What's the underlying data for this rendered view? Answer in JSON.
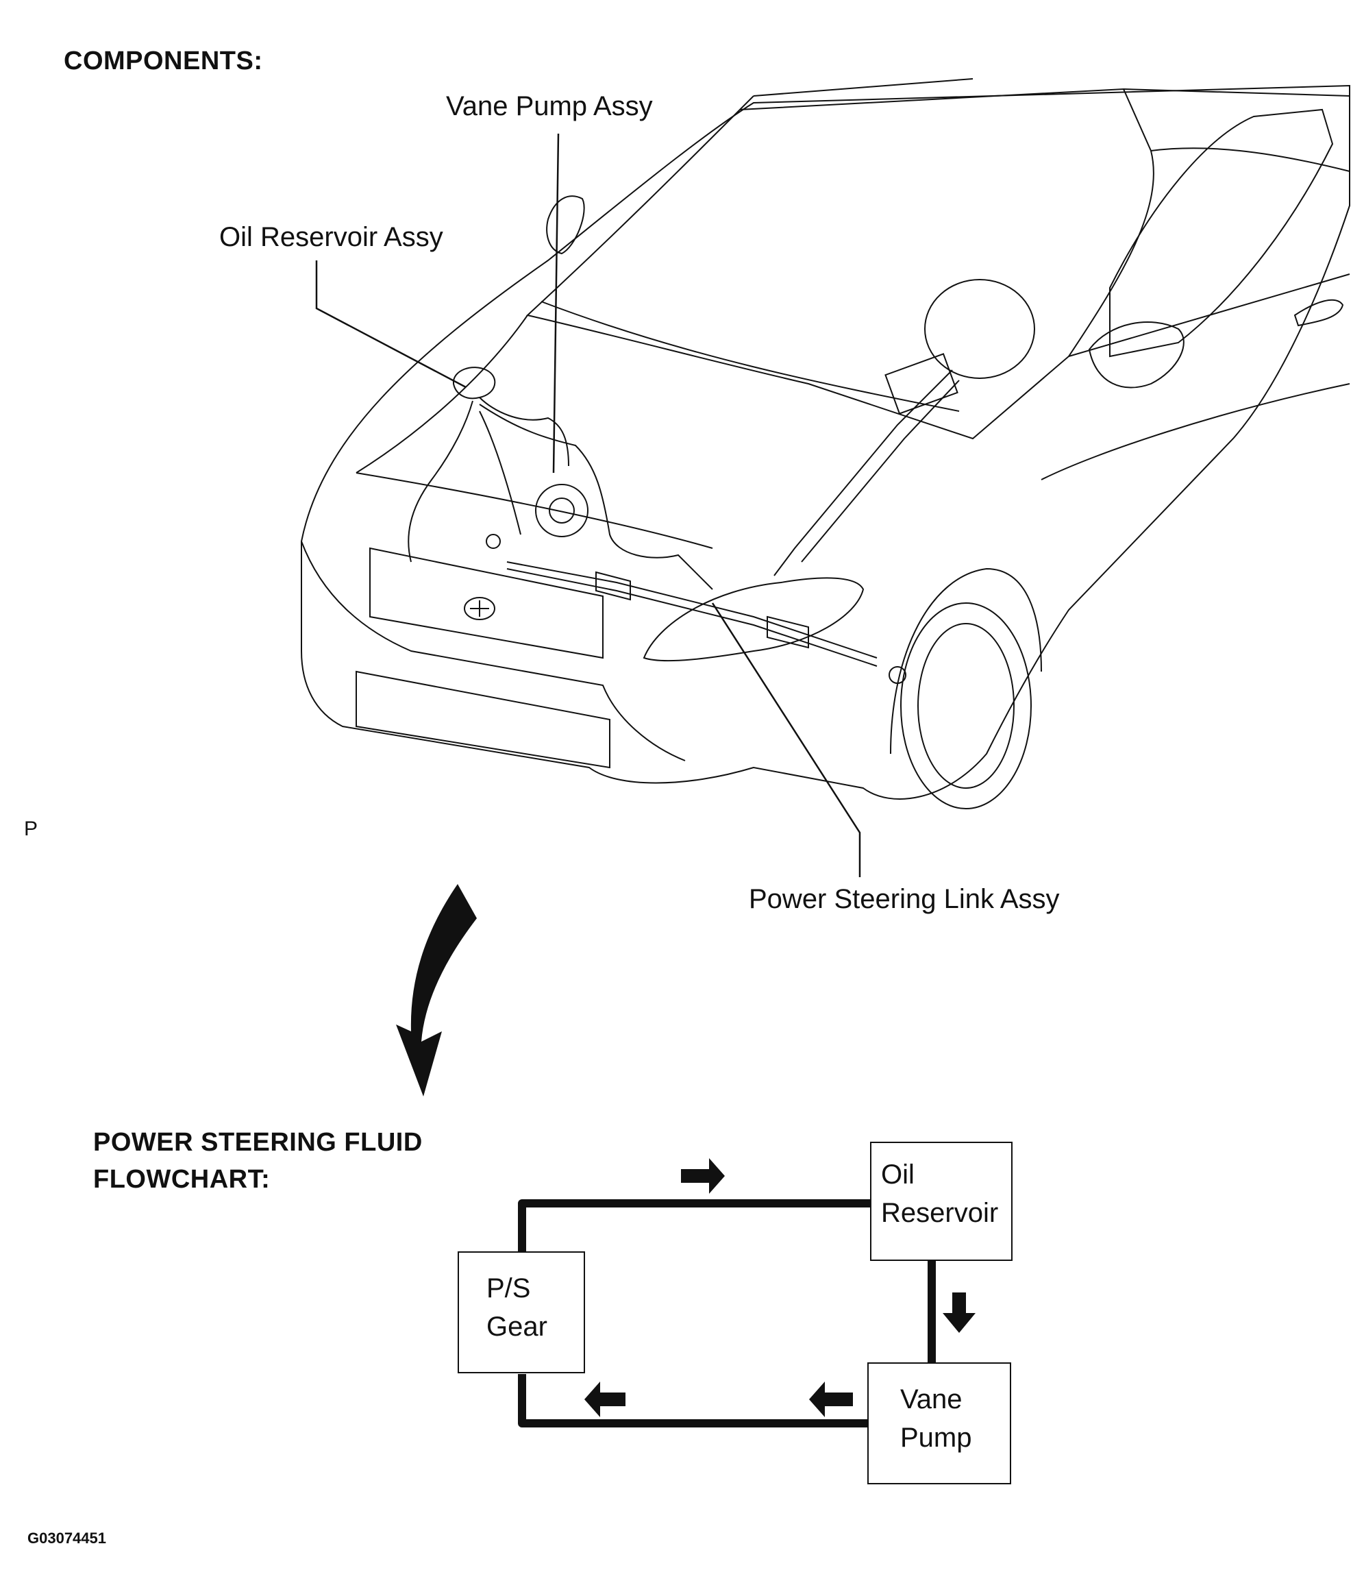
{
  "components_heading": "COMPONENTS:",
  "callouts": {
    "vane_pump": "Vane Pump Assy",
    "oil_reservoir": "Oil Reservoir Assy",
    "link": "Power Steering Link Assy"
  },
  "margin_mark": "P",
  "flowchart": {
    "heading_line1": "POWER STEERING FLUID",
    "heading_line2": "FLOWCHART:",
    "boxes": {
      "oil_reservoir": [
        "Oil",
        "Reservoir"
      ],
      "ps_gear": [
        "P/S",
        "Gear"
      ],
      "vane_pump": [
        "Vane",
        "Pump"
      ]
    }
  },
  "figure_code": "G03074451"
}
